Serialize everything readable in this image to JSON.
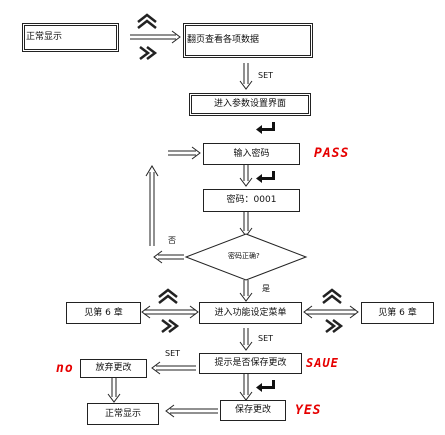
{
  "nodes": {
    "normal_display_top": "正常显示",
    "page_data": "翻页查看各项数据",
    "param_setting": "进入参数设置界面",
    "input_password": "输入密码",
    "password_value": "密码：0001",
    "password_check": "密码正确?",
    "function_menu": "进入功能设定菜单",
    "see_chapter_left": "见第 6 章",
    "see_chapter_right": "见第 6 章",
    "prompt_save": "提示是否保存更改",
    "discard_changes": "放弃更改",
    "save_changes": "保存更改",
    "normal_display_bottom": "正常显示"
  },
  "labels": {
    "set_1": "SET",
    "set_2": "SET",
    "set_3": "SET",
    "no": "否",
    "yes": "是"
  },
  "lcd_text": {
    "pass": "PASS",
    "save": "SAUE",
    "no": "no",
    "yes": "YES"
  },
  "colors": {
    "lcd": "#e60000",
    "line": "#222222"
  }
}
